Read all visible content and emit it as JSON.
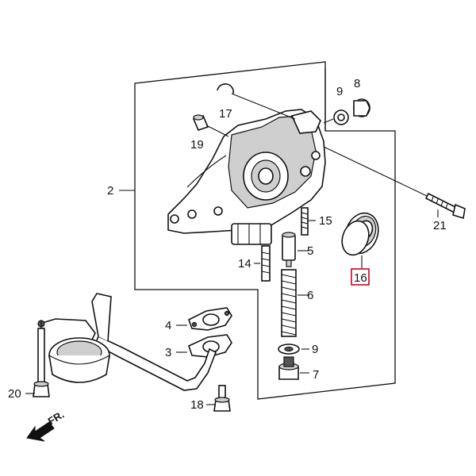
{
  "labels": {
    "p2": "2",
    "p3": "3",
    "p4": "4",
    "p5": "5",
    "p6": "6",
    "p7": "7",
    "p8": "8",
    "p9_top": "9",
    "p9_bottom": "9",
    "p14": "14",
    "p15": "15",
    "p16": "16",
    "p17": "17",
    "p18": "18",
    "p19": "19",
    "p20": "20",
    "p21": "21"
  },
  "direction": "FR.",
  "colors": {
    "line": "#111111",
    "highlight_box": "#d0021b",
    "shade": "#cfcfcf"
  }
}
